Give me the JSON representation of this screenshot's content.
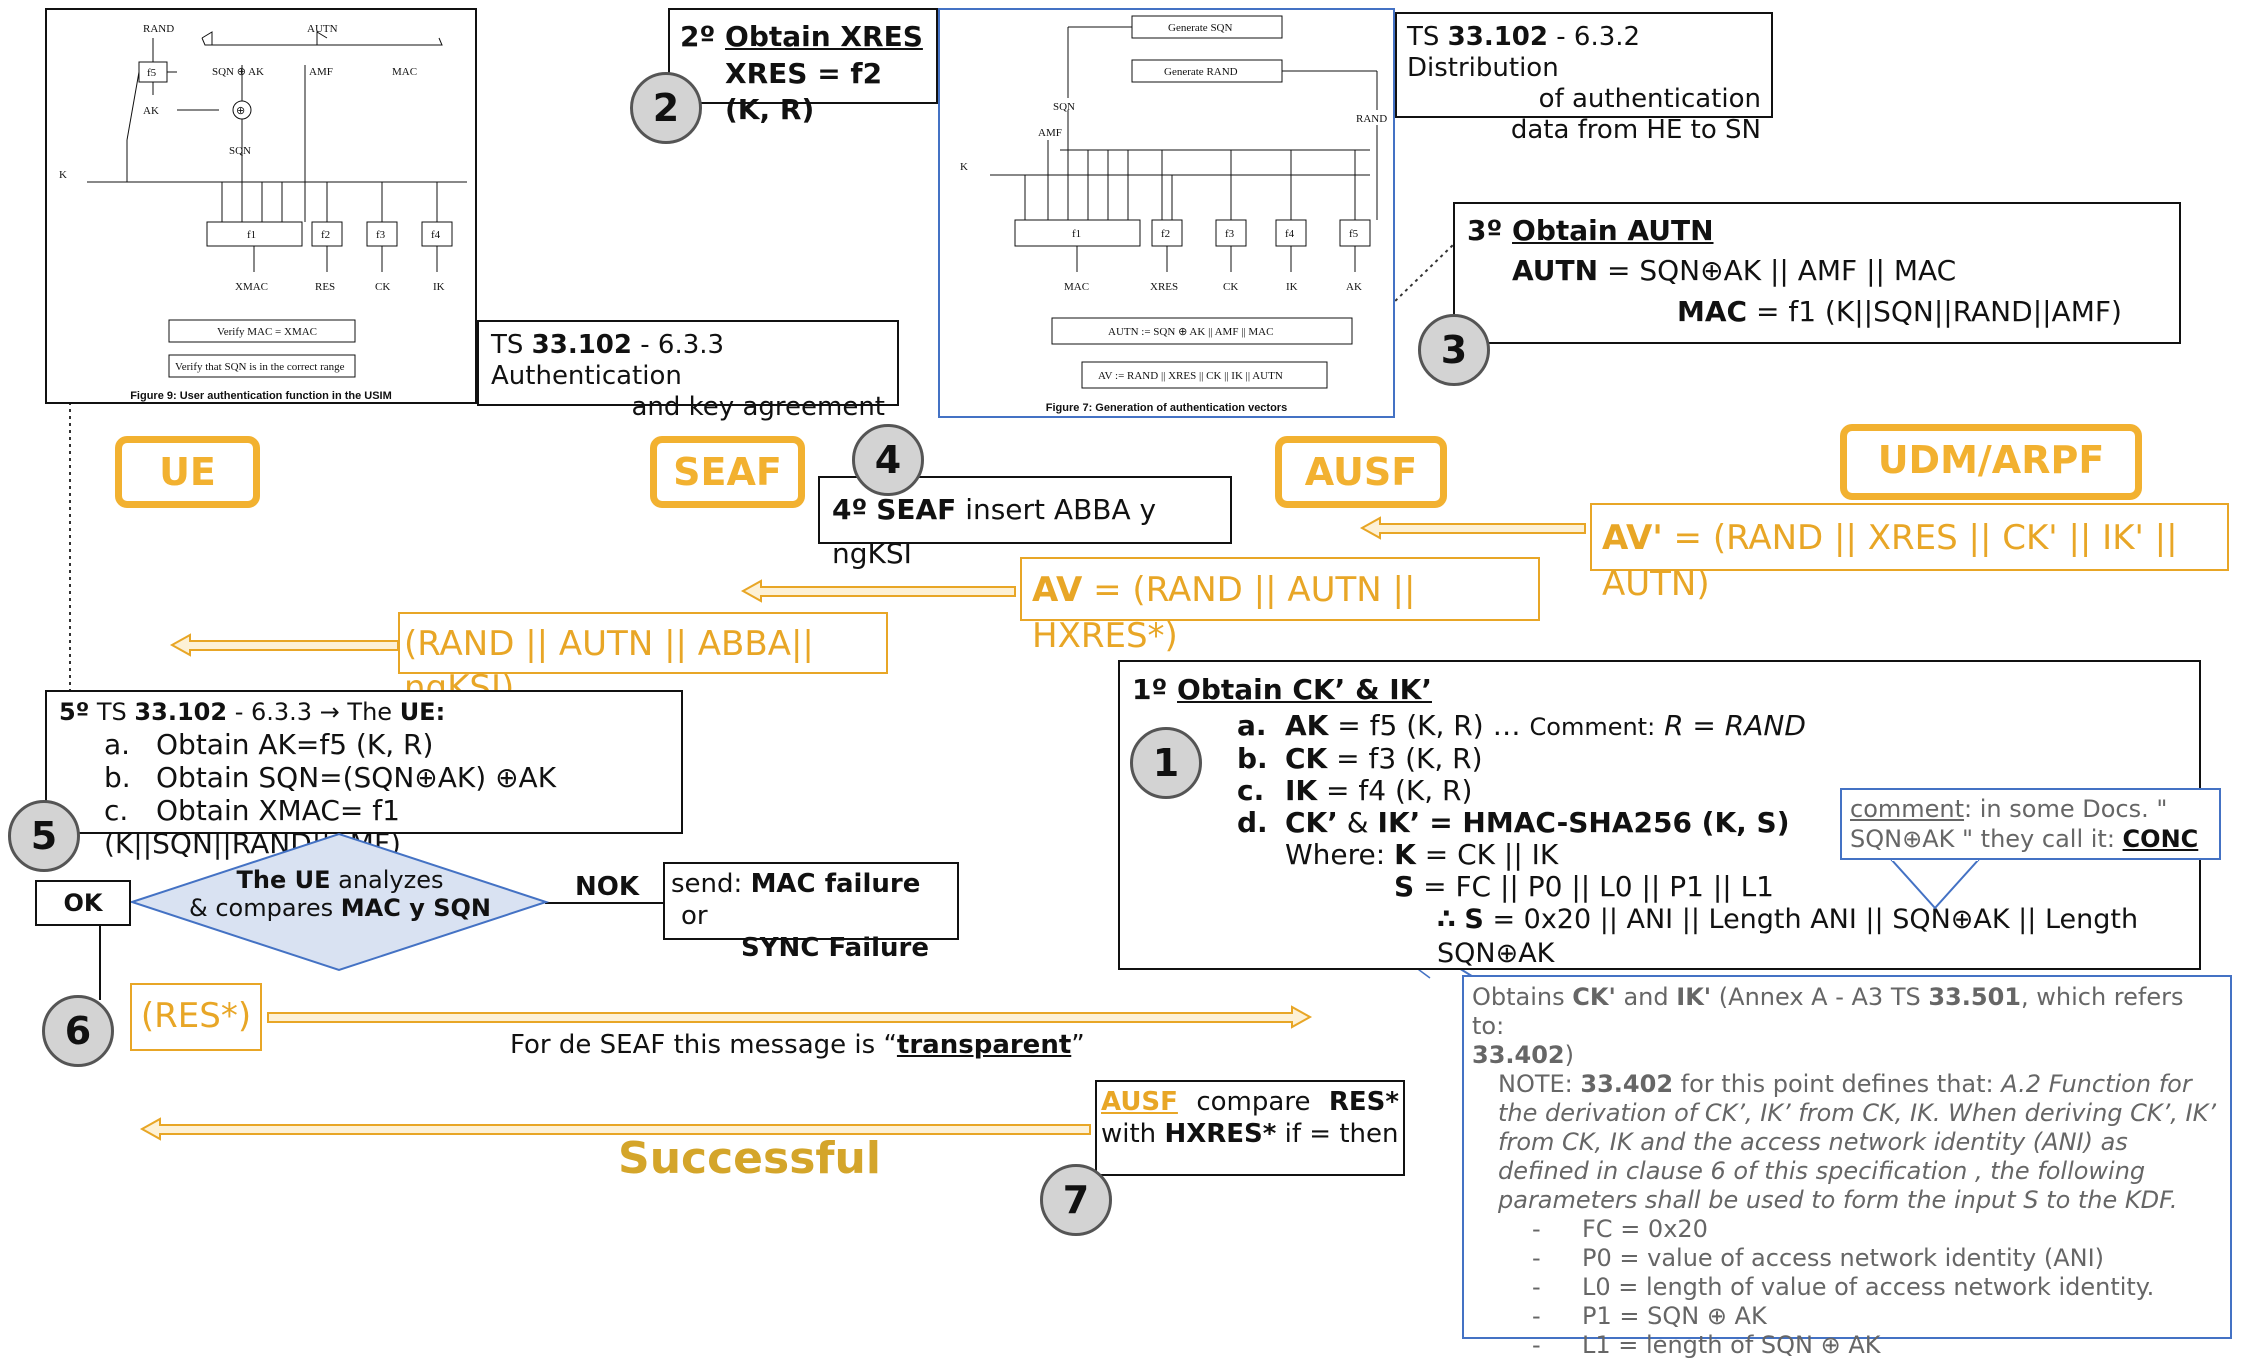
{
  "fig9": {
    "labels": {
      "rand": "RAND",
      "autn": "AUTN",
      "sqnak": "SQN ⊕ AK",
      "amf": "AMF",
      "mac": "MAC",
      "f5": "f5",
      "ak": "AK",
      "xor": "⊕",
      "sqn": "SQN",
      "k": "K",
      "f1": "f1",
      "f2": "f2",
      "f3": "f3",
      "f4": "f4",
      "xmac": "XMAC",
      "res": "RES",
      "ck": "CK",
      "ik": "IK"
    },
    "verify_mac": "Verify MAC = XMAC",
    "verify_sqn": "Verify that SQN is in the correct range",
    "caption": "Figure 9: User authentication function in the USIM"
  },
  "fig7": {
    "labels": {
      "gen_sqn": "Generate SQN",
      "gen_rand": "Generate RAND",
      "sqn": "SQN",
      "rand": "RAND",
      "amf": "AMF",
      "k": "K",
      "f1": "f1",
      "f2": "f2",
      "f3": "f3",
      "f4": "f4",
      "f5": "f5",
      "mac": "MAC",
      "xres": "XRES",
      "ck": "CK",
      "ik": "IK",
      "ak": "AK"
    },
    "autn_eq": "AUTN := SQN ⊕ AK || AMF || MAC",
    "av_eq": "AV := RAND || XRES || CK || IK || AUTN",
    "caption": "Figure 7: Generation of authentication vectors"
  },
  "step2": {
    "num": "2",
    "prefix": "2º",
    "title": "Obtain XRES",
    "formula": "XRES = f2 (K, R)"
  },
  "ts_632": {
    "spec": "TS",
    "num": "33.102",
    "text1": "- 6.3.2 Distribution",
    "text2": "of authentication",
    "text3": "data from HE to SN"
  },
  "ts_633": {
    "spec": "TS",
    "num": "33.102",
    "text1": "- 6.3.3 Authentication",
    "text2": "and key agreement"
  },
  "step3": {
    "num": "3",
    "prefix": "3º",
    "title": "Obtain AUTN",
    "autn_label": "AUTN",
    "autn_rhs": "= SQN⊕AK  || AMF ||  MAC",
    "mac_label": "MAC",
    "mac_rhs": "= f1 (K||SQN||RAND||AMF)"
  },
  "actors": {
    "ue": "UE",
    "seaf": "SEAF",
    "ausf": "AUSF",
    "udm": "UDM/ARPF"
  },
  "step4": {
    "num": "4",
    "prefix": "4º",
    "seaf": "SEAF",
    "text": "insert ABBA y ngKSI"
  },
  "msgs": {
    "av_prime_label": "AV'",
    "av_prime_rhs": "= (RAND || XRES || CK' || IK' || AUTN)",
    "av_label": "AV",
    "av_rhs": "= (RAND || AUTN || HXRES*)",
    "rand_msg": "(RAND || AUTN || ABBA|| ngKSI)"
  },
  "step5": {
    "num": "5",
    "prefix": "5º",
    "ts": "TS",
    "tsnum": "33.102",
    "ref": "- 6.3.3 → The",
    "ue": "UE:",
    "items": [
      {
        "m": "a.",
        "t": "Obtain AK=f5 (K, R)"
      },
      {
        "m": "b.",
        "t": "Obtain SQN=(SQN⊕AK) ⊕AK"
      },
      {
        "m": "c.",
        "t": "Obtain XMAC= f1 (K||SQN||RAND||AMF)"
      }
    ]
  },
  "decision": {
    "l1a": "The UE",
    "l1b": "analyzes",
    "l2a": "& compares",
    "l2b": "MAC y SQN",
    "ok": "OK",
    "nok": "NOK"
  },
  "failure": {
    "l1a": "send:",
    "l1b": "MAC failure",
    "l1c": "or",
    "l2": "SYNC Failure"
  },
  "step1": {
    "num": "1",
    "prefix": "1º",
    "title": "Obtain CK’ & IK’",
    "a_m": "a.",
    "a_k": "AK",
    "a_t": "= f5 (K, R) …",
    "a_c": "Comment:",
    "a_r": "R = RAND",
    "b_m": "b.",
    "b_k": "CK",
    "b_t": "= f3 (K, R)",
    "c_m": "c.",
    "c_k": "IK",
    "c_t": "= f4 (K, R)",
    "d_m": "d.",
    "d_k": "CK’",
    "d_and": "&",
    "d_k2": "IK’",
    "d_eq": "= HMAC-SHA256 (K, S)",
    "where": "Where:",
    "where_k": "K",
    "where_rhs": "= CK || IK",
    "s_k": "S",
    "s_rhs": "= FC || P0 || L0 || P1 || L1",
    "therefore": "∴",
    "s2_k": "S",
    "s2_rhs": "= 0x20 || ANI || Length ANI || SQN⊕AK || Length SQN⊕AK"
  },
  "comment": {
    "label": "comment",
    "t1": ": in some Docs. \"",
    "t2": "SQN⊕AK",
    "t3": "\" they call it:",
    "conc": "CONC"
  },
  "note": {
    "h1": "Obtains",
    "ck": "CK'",
    "and": "and",
    "ik": "IK'",
    "h2": "(Annex A - A3 TS",
    "n1": "33.501",
    "h3": ", which refers to:",
    "n2": "33.402",
    "h4": ")",
    "note_pre": "NOTE:",
    "n3": "33.402",
    "note_mid": "for this point defines that:",
    "quote": "A.2 Function for the derivation of CK’, IK’ from CK, IK. When deriving CK’, IK’ from CK, IK and the access network identity (ANI) as defined in clause 6 of this specification , the following parameters shall be used to form the input S to the KDF.",
    "items": [
      {
        "d": "-",
        "t": "FC = 0x20"
      },
      {
        "d": "-",
        "t": "P0 = value of access network identity (ANI)"
      },
      {
        "d": "-",
        "t": "L0 = length of value of access network identity."
      },
      {
        "d": "-",
        "t": "P1 = SQN ⊕ AK"
      },
      {
        "d": "-",
        "t": "L1 = length of SQN ⊕ AK"
      }
    ]
  },
  "step6": {
    "num": "6",
    "res": "(RES*)",
    "transparent_pre": "For de SEAF this message is “",
    "transparent": "transparent",
    "transparent_post": "”"
  },
  "step7": {
    "num": "7",
    "ausf": "AUSF",
    "t1": "compare",
    "res": "RES*",
    "t2": "with",
    "hxres": "HXRES*",
    "t3": "if = then"
  },
  "successful": "Successful",
  "colors": {
    "gold": "#E8A626",
    "actor_gold": "#F2B130",
    "note_border": "#4472C4",
    "diamond_fill": "#D9E2F2",
    "arrow_fill": "#FDF1D6"
  }
}
